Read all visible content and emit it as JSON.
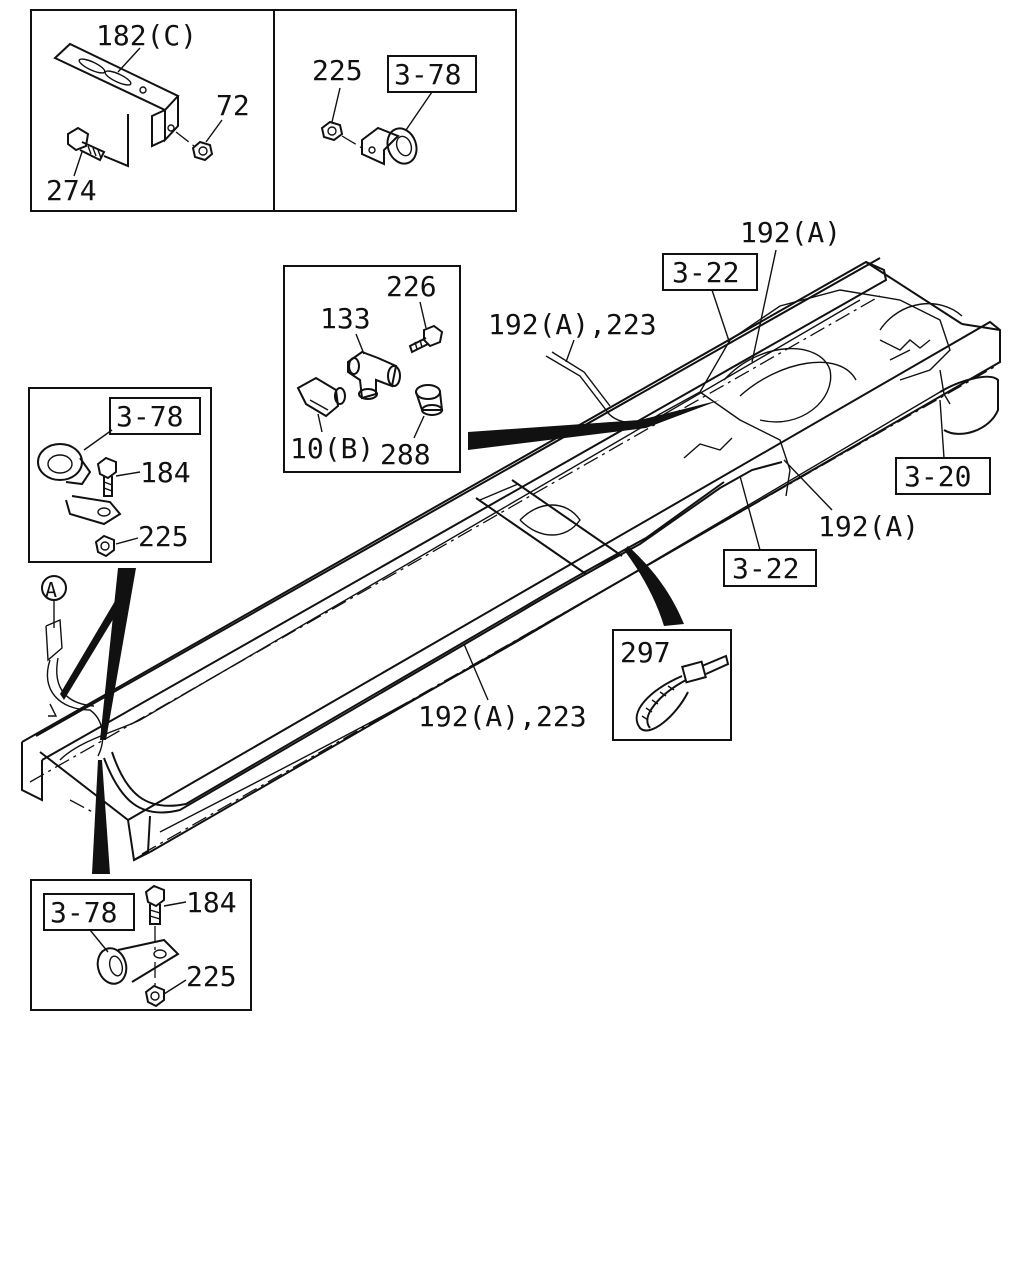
{
  "callouts": {
    "inset1_part": "182(C)",
    "inset1_nut": "72",
    "inset1_bolt": "274",
    "inset2_nut": "225",
    "inset2_ref": "3-78",
    "inset3_bolt": "226",
    "inset3_tee": "133",
    "inset3_elbow": "10(B)",
    "inset3_sleeve": "288",
    "left_ref": "3-78",
    "left_bolt": "184",
    "left_nut": "225",
    "bottom_ref": "3-78",
    "bottom_bolt": "184",
    "bottom_nut": "225",
    "tie_part": "297",
    "top_harness": "192(A)",
    "top_ref": "3-22",
    "top_pipe": "192(A),223",
    "right_ref": "3-20",
    "right_harness": "192(A)",
    "mid_ref": "3-22",
    "main_pipe": "192(A),223",
    "view_marker": "A"
  }
}
